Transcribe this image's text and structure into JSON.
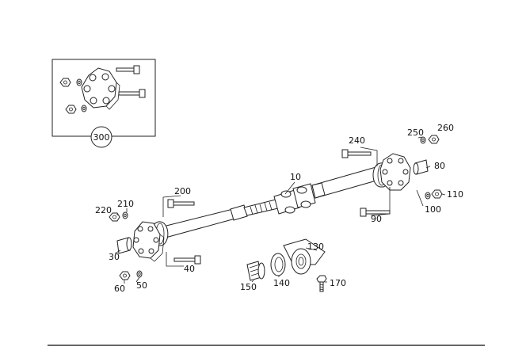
{
  "diagram": {
    "inset_label": "300",
    "callouts": {
      "c10": "10",
      "c30": "30",
      "c40": "40",
      "c50": "50",
      "c60": "60",
      "c80": "80",
      "c90": "90",
      "c100": "100",
      "c110": "110",
      "c130": "130",
      "c140": "140",
      "c150": "150",
      "c170": "170",
      "c200": "200",
      "c210": "210",
      "c220": "220",
      "c240": "240",
      "c250": "250",
      "c260": "260"
    }
  }
}
